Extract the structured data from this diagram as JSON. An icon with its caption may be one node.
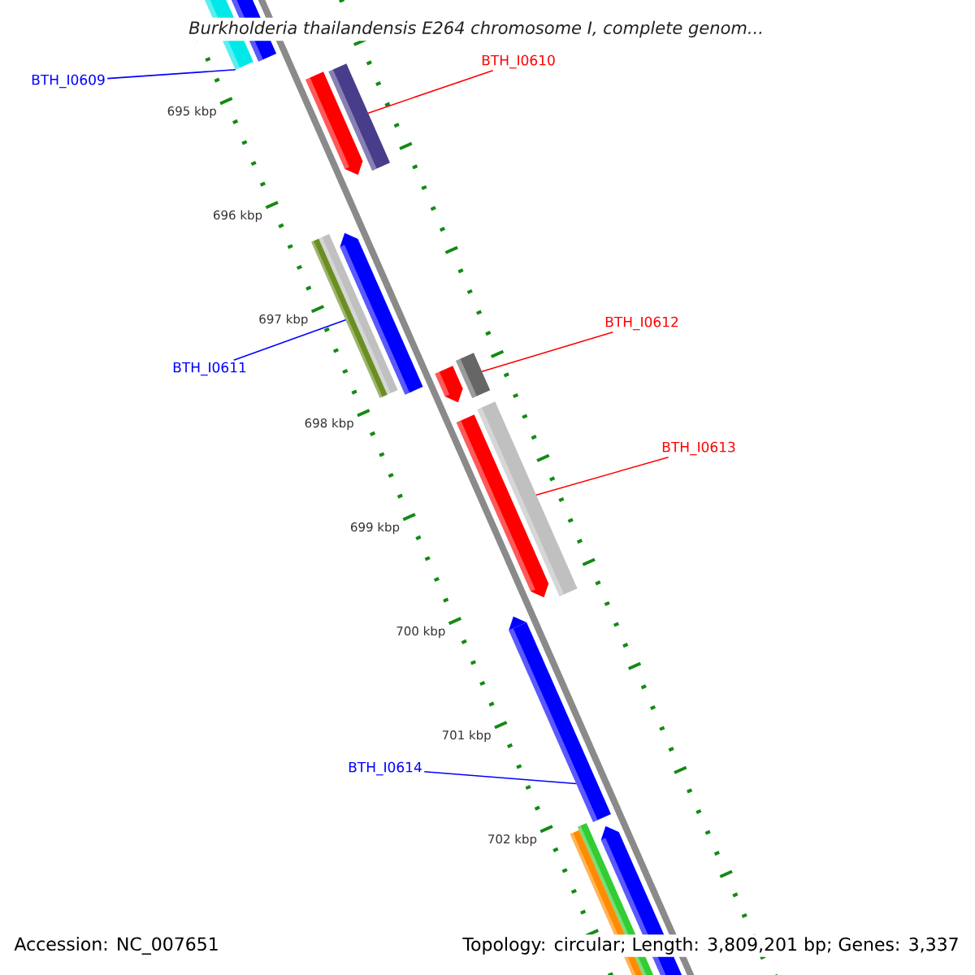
{
  "diagram": {
    "title": "Burkholderia thailandensis E264 chromosome I, complete genom...",
    "nodes": [
      {
        "text": [
          "BTH_I0609"
        ]
      },
      {
        "text": [],
        "shape": "bar"
      },
      {
        "text": [
          "BTH_I0610"
        ]
      },
      {
        "text": [],
        "shape": "bar"
      },
      {
        "text": [
          "BTH_I0611"
        ]
      },
      {
        "text": [],
        "shape": "bar"
      },
      {
        "text": [
          "BTH_I0612"
        ]
      },
      {
        "text": [],
        "shape": "bar"
      },
      {
        "text": [
          "BTH_I0613"
        ]
      },
      {
        "text": [],
        "shape": "bar"
      },
      {
        "text": [
          "BTH_I0614"
        ]
      },
      {
        "text": [],
        "shape": "bar"
      }
    ],
    "edges": [
      {
        "from": 0,
        "to": 1,
        "arrow": "none",
        "color": "#0000ff"
      },
      {
        "from": 2,
        "to": 3,
        "arrow": "none",
        "color": "#ff0000"
      },
      {
        "from": 4,
        "to": 5,
        "arrow": "none",
        "color": "#0000ff"
      },
      {
        "from": 6,
        "to": 7,
        "arrow": "none",
        "color": "#ff0000"
      },
      {
        "from": 8,
        "to": 9,
        "arrow": "none",
        "color": "#ff0000"
      },
      {
        "from": 10,
        "to": 11,
        "arrow": "none",
        "color": "#0000ff"
      }
    ],
    "labels": [
      "695 kbp",
      "696 kbp",
      "697 kbp",
      "698 kbp",
      "699 kbp",
      "700 kbp",
      "701 kbp",
      "702 kbp",
      "Accession: NC_007651",
      "Topology: circular; Length: 3,809,201 bp; Genes: 3,337"
    ]
  }
}
